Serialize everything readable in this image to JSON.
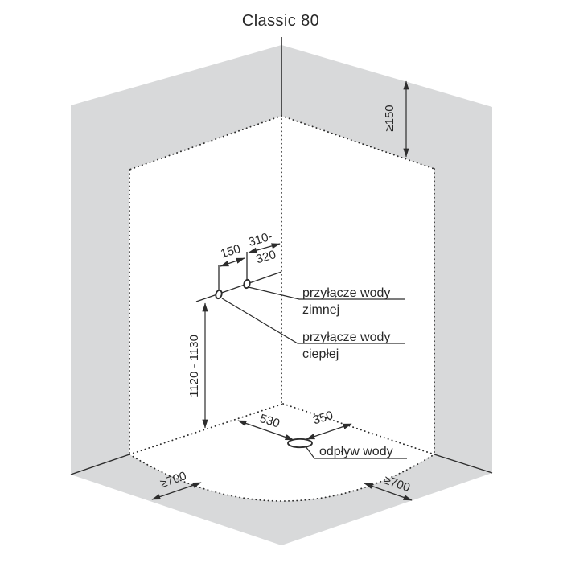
{
  "title": "Classic 80",
  "colors": {
    "background": "#ffffff",
    "surface": "#d8d9da",
    "line": "#2d2d2d",
    "text": "#282828"
  },
  "dimensions": {
    "wall_clearance_top": "≥150",
    "connection_spacing": "150",
    "corner_offset_line1": "310-",
    "corner_offset_line2": "320",
    "connection_height": "1120 - 1130",
    "drain_to_left_wall": "530",
    "drain_to_right_wall": "350",
    "floor_clearance_left": "≥700",
    "floor_clearance_right": "≥700"
  },
  "labels": {
    "cold_water_line1": "przyłącze wody",
    "cold_water_line2": "zimnej",
    "hot_water_line1": "przyłącze wody",
    "hot_water_line2": "ciepłej",
    "drain": "odpływ wody"
  }
}
